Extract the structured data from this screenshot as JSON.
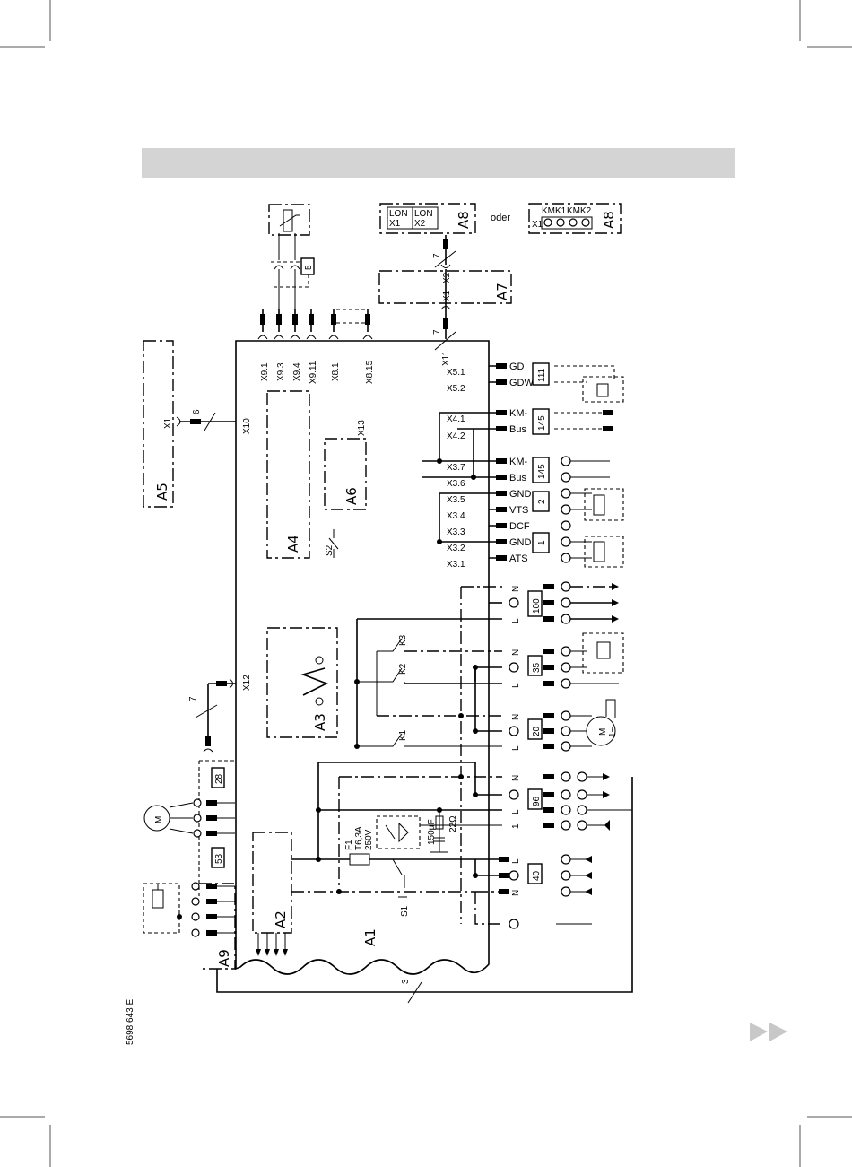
{
  "doc_id": "5698 643 E",
  "modules": {
    "A1": "A1",
    "A2": "A2",
    "A3": "A3",
    "A4": "A4",
    "A5": "A5",
    "A6": "A6",
    "A7": "A7",
    "A8": "A8",
    "A9": "A9"
  },
  "oder": "oder",
  "lon": {
    "lon1": "LON",
    "lon2": "LON",
    "x1": "X1",
    "x2": "X2"
  },
  "kmk": {
    "kmk1": "KMK1",
    "kmk2": "KMK2",
    "x1": "X1"
  },
  "connectors": {
    "x9_1": "X9.1",
    "x9_3": "X9.3",
    "x9_4": "X9.4",
    "x9_11": "X9.11",
    "x8_1": "X8.1",
    "x8_15": "X8.15",
    "x10": "X10",
    "x11": "X11",
    "x12": "X12",
    "x13": "X13",
    "a5_x1": "X1",
    "a7_x1": "X1",
    "a7_x2": "X2",
    "x5_1": "X5.1",
    "x5_2": "X5.2",
    "x4_1": "X4.1",
    "x4_2": "X4.2",
    "x3_7": "X3.7",
    "x3_6": "X3.6",
    "x3_5": "X3.5",
    "x3_4": "X3.4",
    "x3_3": "X3.3",
    "x3_2": "X3.2",
    "x3_1": "X3.1"
  },
  "signals": {
    "gd": "GD",
    "gdw": "GDW",
    "km1": "KM-",
    "bus1": "Bus",
    "km2": "KM-",
    "bus2": "Bus",
    "gnd1": "GND",
    "vts": "VTS",
    "dcf": "DCF",
    "gnd2": "GND",
    "ats": "ATS"
  },
  "plug_numbers": {
    "p5": "5",
    "p111": "111",
    "p145a": "145",
    "p145b": "145",
    "p2": "2",
    "p1": "1",
    "p100": "100",
    "p35": "35",
    "p20": "20",
    "p96": "96",
    "p40": "40",
    "p28": "28",
    "p53": "53"
  },
  "cable_numbers": {
    "c6": "6",
    "c7a": "7",
    "c7b": "7",
    "c7c": "7",
    "c3": "3"
  },
  "terminals": {
    "n": "N",
    "l": "L",
    "one": "1"
  },
  "relays": {
    "k1": "K1",
    "k2": "K2",
    "k3": "K3"
  },
  "switches": {
    "s1": "S1",
    "s2": "S2"
  },
  "fuse": {
    "name": "F1",
    "rating": "T6,3A",
    "voltage": "250V"
  },
  "rc": {
    "cap": "150µF",
    "res": "22Ω"
  },
  "motor": {
    "m": "M",
    "phase": "1~"
  }
}
